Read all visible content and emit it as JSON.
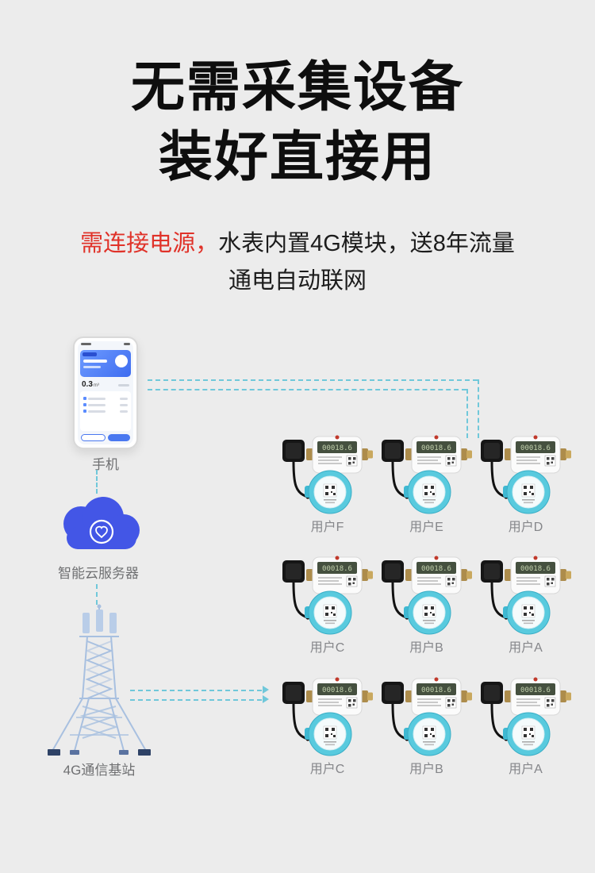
{
  "title": {
    "line1": "无需采集设备",
    "line2": "装好直接用"
  },
  "subtitle": {
    "red": "需连接电源，",
    "black": "水表内置4G模块，送8年流量",
    "line2": "通电自动联网"
  },
  "left_nodes": {
    "phone_label": "手机",
    "cloud_label": "智能云服务器",
    "tower_label": "4G通信基站"
  },
  "phone_app": {
    "reading": "0.3",
    "reading_unit": "m³"
  },
  "meter": {
    "lcd": "00018.6"
  },
  "meters": [
    {
      "label": "用户F"
    },
    {
      "label": "用户E"
    },
    {
      "label": "用户D"
    },
    {
      "label": "用户C"
    },
    {
      "label": "用户B"
    },
    {
      "label": "用户A"
    },
    {
      "label": "用户C"
    },
    {
      "label": "用户B"
    },
    {
      "label": "用户A"
    }
  ],
  "colors": {
    "accent_red": "#e03229",
    "line_teal": "#70c8da",
    "meter_teal": "#58cade",
    "cloud_blue": "#4356e6",
    "tower_blue": "#a8c0e0"
  }
}
